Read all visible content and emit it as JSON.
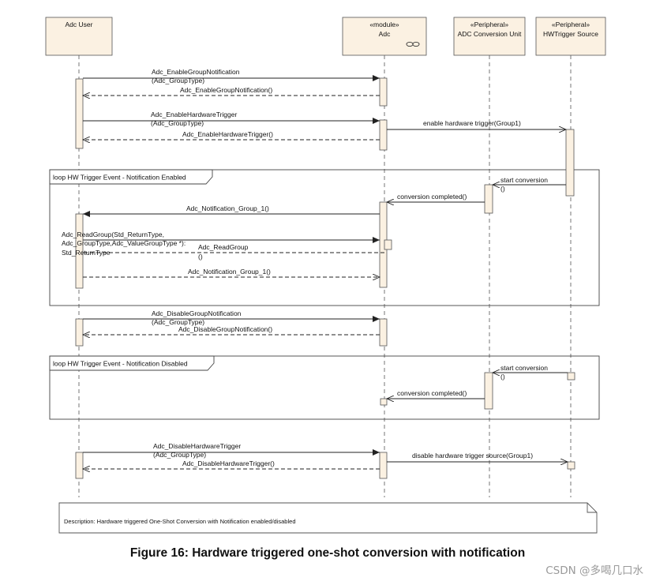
{
  "colors": {
    "lifeline_fill": "#fbf1e2",
    "activation_fill": "#fbf1e2",
    "line": "#333333",
    "watermark": "#9a9a9a"
  },
  "lifelines": {
    "adc_user": {
      "name": "Adc User"
    },
    "adc": {
      "stereotype": "«module»",
      "name": "Adc",
      "icon": "link-icon"
    },
    "adc_unit": {
      "stereotype": "«Peripheral»",
      "name": "ADC Conversion Unit"
    },
    "hw_trigger": {
      "stereotype": "«Peripheral»",
      "name": "HWTrigger Source"
    }
  },
  "messages": {
    "m1": {
      "label": "Adc_EnableGroupNotification",
      "label2": "(Adc_GroupType)"
    },
    "m2": {
      "label": "Adc_EnableGroupNotification()"
    },
    "m3": {
      "label": "Adc_EnableHardwareTrigger",
      "label2": "(Adc_GroupType)"
    },
    "m4": {
      "label": "Adc_EnableHardwareTrigger()"
    },
    "m5": {
      "label": "enable hardware trigger(Group1)"
    },
    "m6": {
      "label": "start conversion",
      "label2": "()"
    },
    "m7": {
      "label": "conversion completed()"
    },
    "m8": {
      "label": "Adc_Notification_Group_1()"
    },
    "m9": {
      "label": "Adc_ReadGroup(Std_ReturnType,",
      "label2": "Adc_GroupType,Adc_ValueGroupType *):",
      "label3": "Std_ReturnType"
    },
    "m10": {
      "label": "Adc_ReadGroup",
      "label2": "()"
    },
    "m11": {
      "label": "Adc_Notification_Group_1()"
    },
    "m12": {
      "label": "Adc_DisableGroupNotification",
      "label2": "(Adc_GroupType)"
    },
    "m13": {
      "label": "Adc_DisableGroupNotification()"
    },
    "m14": {
      "label": "start conversion",
      "label2": "()"
    },
    "m15": {
      "label": "conversion completed()"
    },
    "m16": {
      "label": "Adc_DisableHardwareTrigger",
      "label2": "(Adc_GroupType)"
    },
    "m17": {
      "label": "Adc_DisableHardwareTrigger()"
    },
    "m18": {
      "label": "disable hardware trigger source(Group1)"
    }
  },
  "fragments": {
    "loop1": {
      "label": "loop HW Trigger Event - Notification Enabled"
    },
    "loop2": {
      "label": "loop HW Trigger Event - Notification Disabled"
    }
  },
  "note": {
    "text": "Description: Hardware triggered One-Shot Conversion with Notification enabled/disabled"
  },
  "caption": "Figure 16: Hardware triggered one-shot conversion with notification",
  "watermark": "CSDN @多喝几口水"
}
